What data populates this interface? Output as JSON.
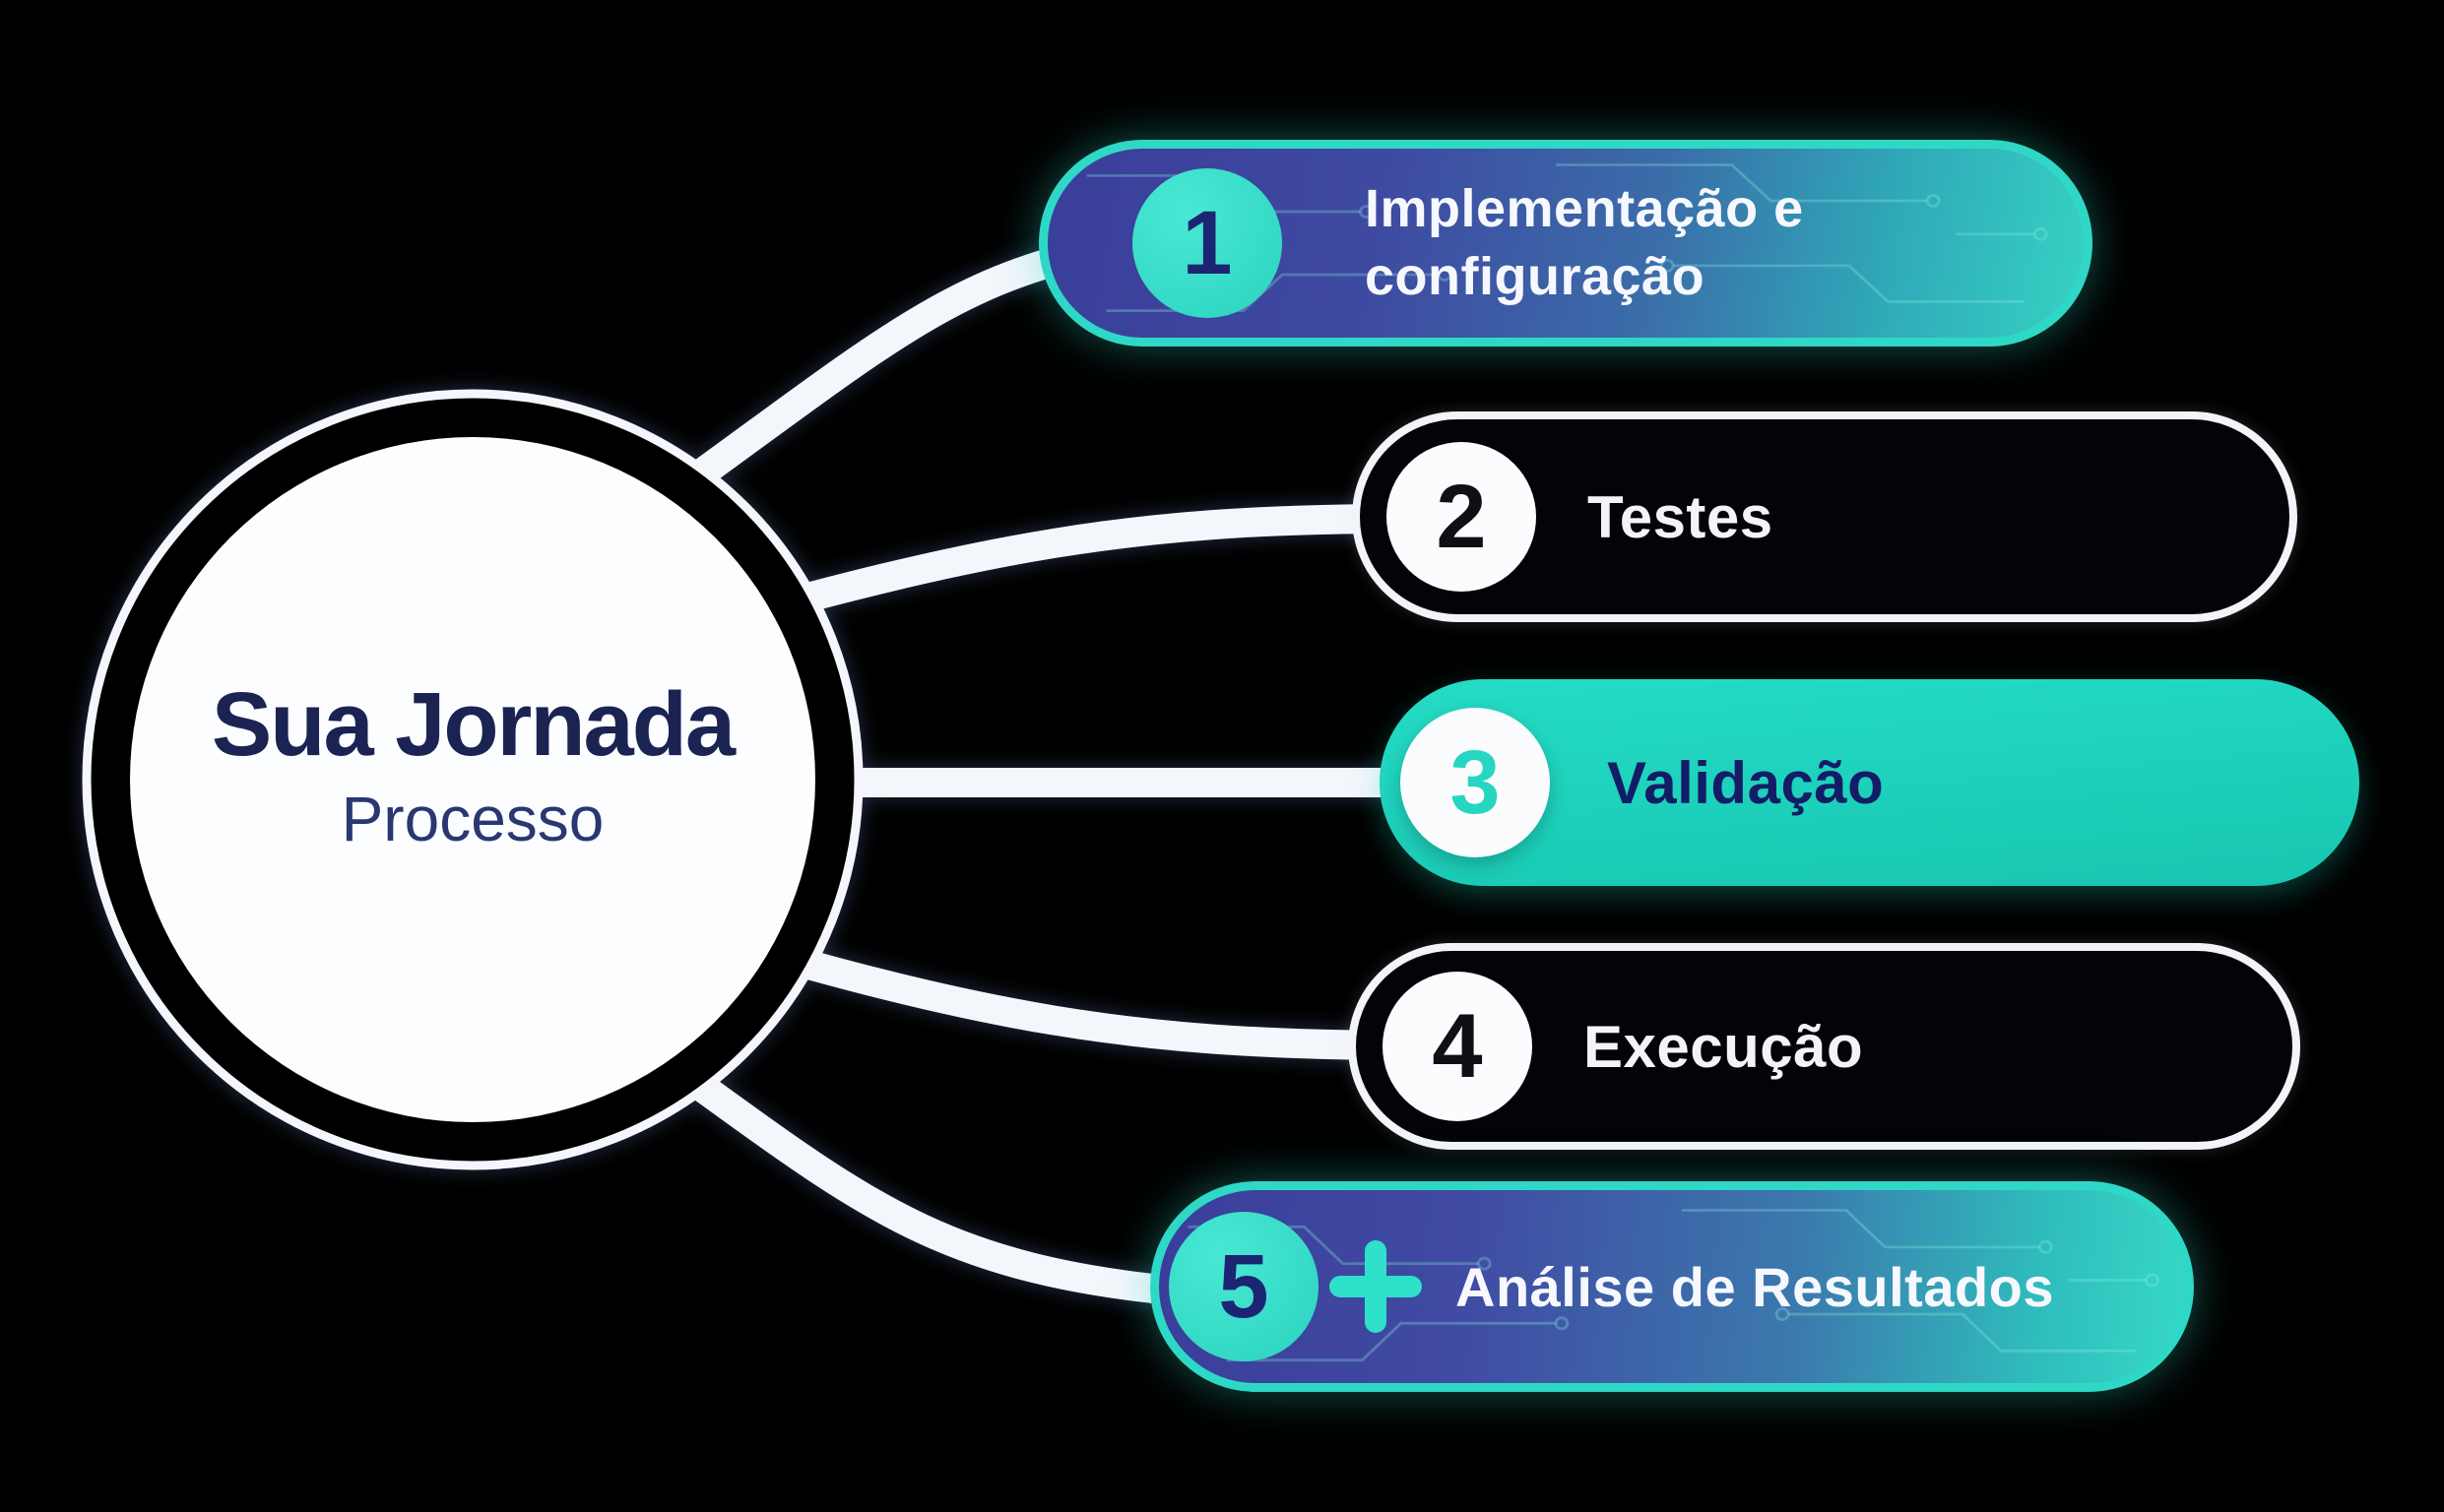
{
  "center_node": {
    "title": "Sua Jornada",
    "subtitle": "Processo"
  },
  "steps": [
    {
      "number": "1",
      "label": "Implementação e configuração",
      "variant": "gradient-circuit"
    },
    {
      "number": "2",
      "label": "Testes",
      "variant": "outline-dark"
    },
    {
      "number": "3",
      "label": "Validação",
      "variant": "solid-teal"
    },
    {
      "number": "4",
      "label": "Execução",
      "variant": "outline-dark"
    },
    {
      "number": "5",
      "label": "Análise de Resultados",
      "variant": "gradient-circuit",
      "icon": "plus-icon"
    }
  ],
  "colors": {
    "background": "#000000",
    "teal": "#20d0bb",
    "teal_bright": "#35e0cb",
    "indigo": "#3a3e9a",
    "navy_text": "#1b2353",
    "near_white": "#f4f6fb"
  }
}
